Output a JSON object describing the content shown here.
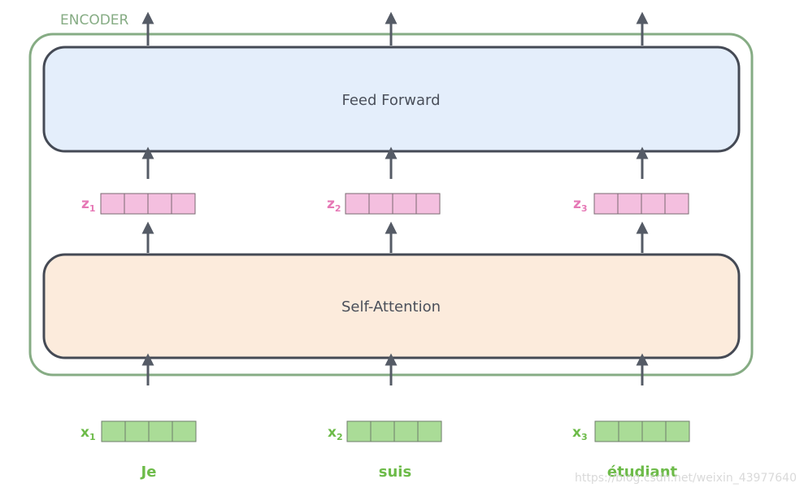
{
  "encoder": {
    "title": "ENCODER",
    "border_color": "#86ac84"
  },
  "feed_forward": {
    "label": "Feed Forward",
    "fill": "#e4eefb"
  },
  "self_attention": {
    "label": "Self-Attention",
    "fill": "#fcebdc"
  },
  "z_vectors": [
    {
      "sym": "z",
      "sub": "1"
    },
    {
      "sym": "z",
      "sub": "2"
    },
    {
      "sym": "z",
      "sub": "3"
    }
  ],
  "x_vectors": [
    {
      "sym": "x",
      "sub": "1"
    },
    {
      "sym": "x",
      "sub": "2"
    },
    {
      "sym": "x",
      "sub": "3"
    }
  ],
  "words": [
    "Je",
    "suis",
    "étudiant"
  ],
  "colors": {
    "z": "#f4bfdf",
    "z_text": "#e679b6",
    "x": "#aadc97",
    "x_text": "#6dbb49",
    "arrow": "#555b66"
  },
  "watermark": "https://blog.csdn.net/weixin_43977640"
}
